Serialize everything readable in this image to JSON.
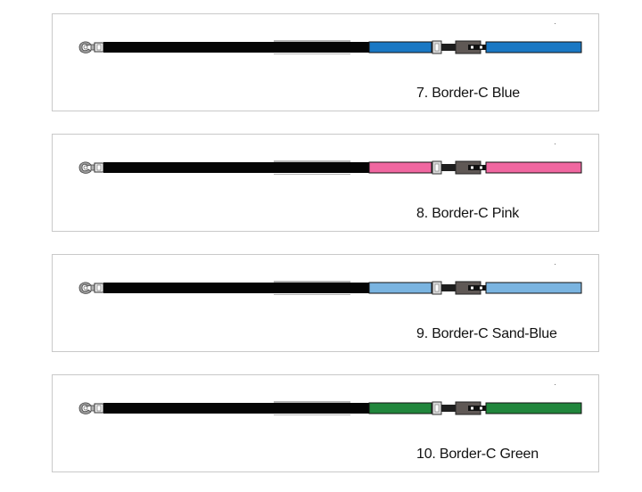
{
  "products": [
    {
      "label": "7. Border-C Blue",
      "color": "#1a78c4"
    },
    {
      "label": "8. Border-C Pink",
      "color": "#f067a0"
    },
    {
      "label": "9. Border-C Sand-Blue",
      "color": "#7ab4e0"
    },
    {
      "label": "10. Border-C Green",
      "color": "#21863c"
    }
  ]
}
